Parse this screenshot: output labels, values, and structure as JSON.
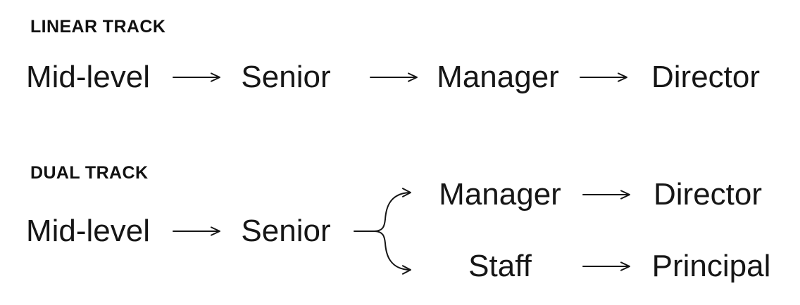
{
  "page": {
    "background_color": "#ffffff",
    "text_color": "#161616"
  },
  "linear_track": {
    "label": "LINEAR TRACK",
    "nodes": [
      "Mid-level",
      "Senior",
      "Manager",
      "Director"
    ]
  },
  "dual_track": {
    "label": "DUAL TRACK",
    "stem_nodes": [
      "Mid-level",
      "Senior"
    ],
    "management_branch": [
      "Manager",
      "Director"
    ],
    "ic_branch": [
      "Staff",
      "Principal"
    ]
  },
  "icons": {
    "arrow": "long-arrow-right",
    "fork": "two-way-branch"
  }
}
